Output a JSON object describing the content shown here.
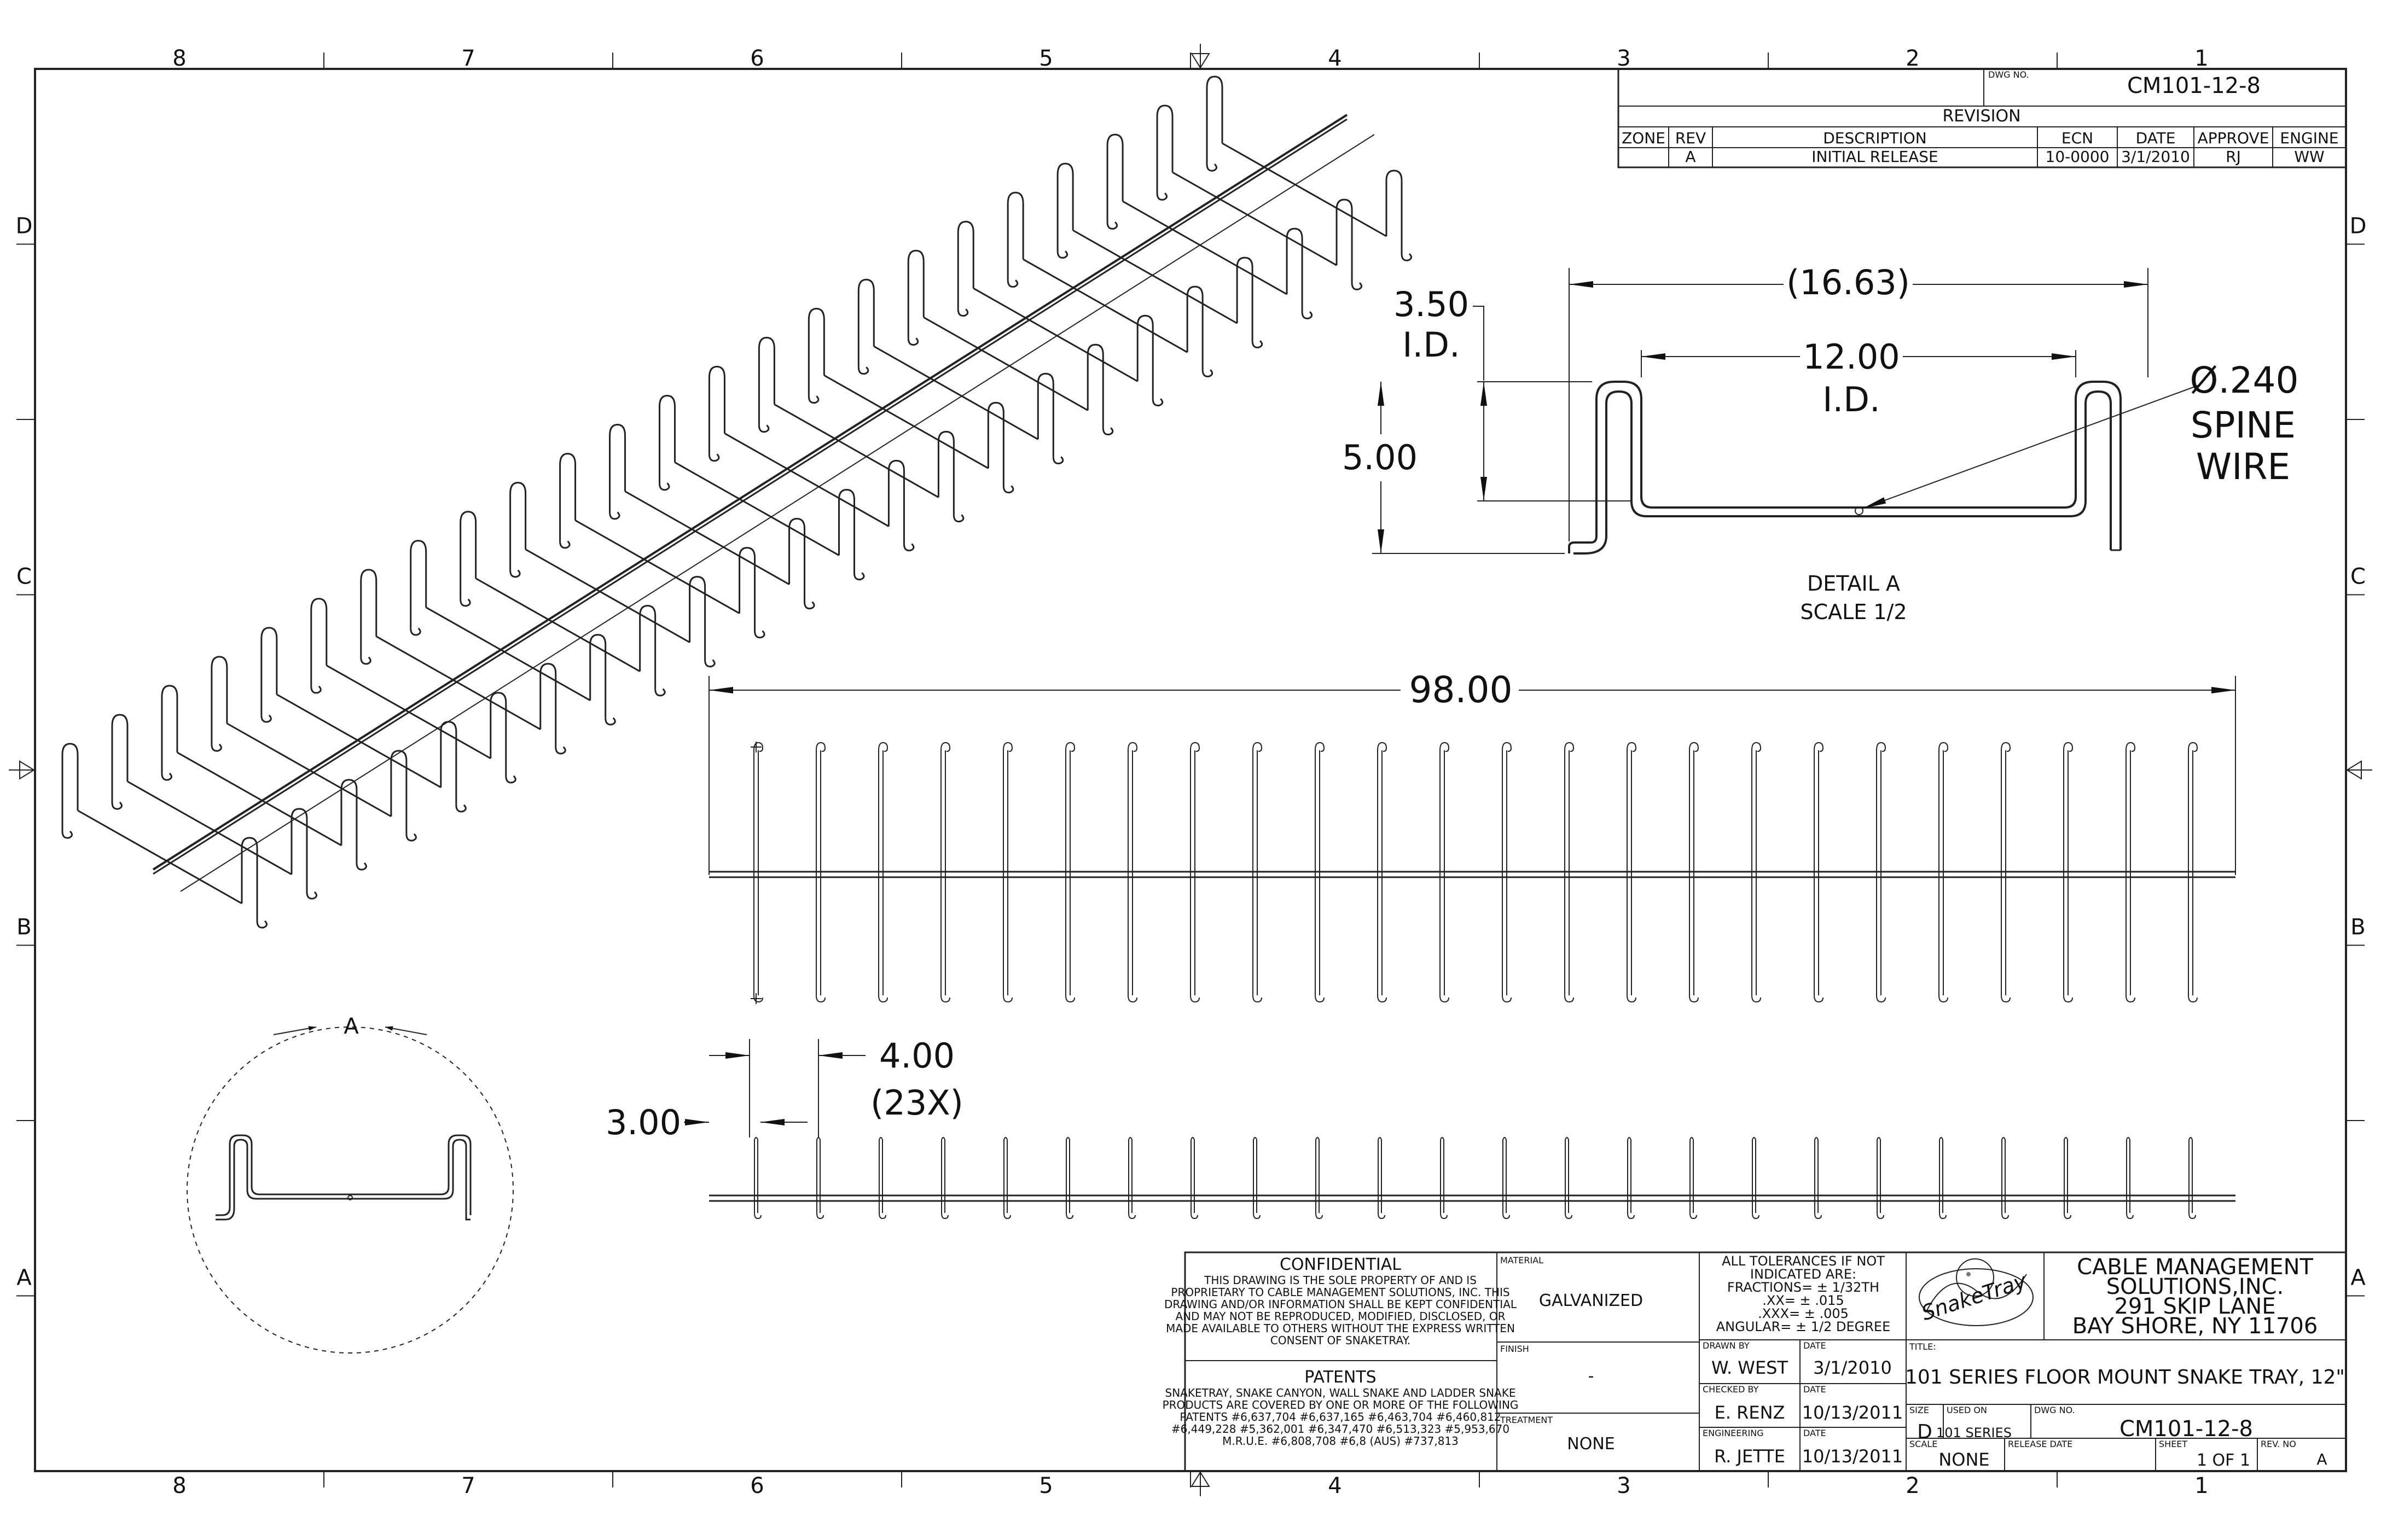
{
  "border": {
    "col_labels": [
      "8",
      "7",
      "6",
      "5",
      "4",
      "3",
      "2",
      "1"
    ],
    "row_labels": [
      "D",
      "C",
      "B",
      "A"
    ]
  },
  "revision_block": {
    "dwg_no_label": "DWG NO.",
    "dwg_no": "CM101-12-8",
    "title": "REVISION",
    "headers": [
      "ZONE",
      "REV",
      "DESCRIPTION",
      "ECN",
      "DATE",
      "APPROVE",
      "ENGINE"
    ],
    "rows": [
      [
        "",
        "A",
        "INITIAL RELEASE",
        "10-0000",
        "3/1/2010",
        "RJ",
        "WW"
      ]
    ]
  },
  "detail": {
    "dim_overall": "(16.63)",
    "dim_id": "12.00",
    "dim_id_sub": "I.D.",
    "dim_flange": "3.50",
    "dim_flange_sub": "I.D.",
    "dim_height": "5.00",
    "spine_dia": "Ø.240",
    "spine_l1": "SPINE",
    "spine_l2": "WIRE",
    "caption1": "DETAIL  A",
    "caption2": "SCALE 1/2"
  },
  "top_view": {
    "dim_length": "98.00",
    "rung_count": 24
  },
  "side_view": {
    "dim_pitch": "4.00",
    "dim_count": "(23X)",
    "dim_offset": "3.00"
  },
  "section_circle": {
    "label": "A"
  },
  "title_block": {
    "confidential_title": "CONFIDENTIAL",
    "confidential_text": "THIS DRAWING IS THE SOLE PROPERTY OF AND IS PROPRIETARY TO CABLE MANAGEMENT SOLUTIONS, INC. THIS DRAWING AND/OR INFORMATION SHALL BE KEPT CONFIDENTIAL AND MAY NOT BE REPRODUCED, MODIFIED, DISCLOSED, OR MADE AVAILABLE TO OTHERS WITHOUT THE EXPRESS WRITTEN CONSENT OF SNAKETRAY.",
    "patents_title": "PATENTS",
    "patents_text": "SNAKETRAY, SNAKE CANYON, WALL SNAKE AND LADDER SNAKE PRODUCTS ARE COVERED BY ONE OR MORE OF THE FOLLOWING PATENTS #6,637,704 #6,637,165 #6,463,704 #6,460,812 #6,449,228 #5,362,001 #6,347,470 #6,513,323 #5,953,670 M.R.U.E. #6,808,708 #6,8 (AUS) #737,813",
    "material_label": "MATERIAL",
    "material": "GALVANIZED",
    "finish_label": "FINISH",
    "finish": "-",
    "treatment_label": "TREATMENT",
    "treatment": "NONE",
    "tolerances": [
      "ALL TOLERANCES IF NOT",
      "INDICATED ARE:",
      "FRACTIONS= ± 1/32TH",
      ".XX= ± .015",
      ".XXX= ± .005",
      "ANGULAR= ± 1/2 DEGREE"
    ],
    "drawn_by_label": "DRAWN BY",
    "drawn_by": "W. WEST",
    "drawn_date": "3/1/2010",
    "checked_by_label": "CHECKED BY",
    "checked_by": "E. RENZ",
    "checked_date": "10/13/2011",
    "engineering_label": "ENGINEERING",
    "engineering": "R. JETTE",
    "engineering_date": "10/13/2011",
    "date_label": "DATE",
    "logo_text": "SnakeTray",
    "company": [
      "CABLE MANAGEMENT",
      "SOLUTIONS,INC.",
      "291 SKIP LANE",
      "BAY SHORE, NY 11706"
    ],
    "title_label": "TITLE:",
    "title": "101 SERIES FLOOR MOUNT SNAKE TRAY, 12\"",
    "size_label": "SIZE",
    "size": "D",
    "used_on_label": "USED ON",
    "used_on": "101 SERIES",
    "dwg_no_label": "DWG NO.",
    "dwg_no": "CM101-12-8",
    "scale_label": "SCALE",
    "scale": "NONE",
    "release_date_label": "RELEASE DATE",
    "sheet_label": "SHEET",
    "sheet": "1 OF 1",
    "rev_no_label": "REV. NO",
    "rev_no": "A"
  }
}
